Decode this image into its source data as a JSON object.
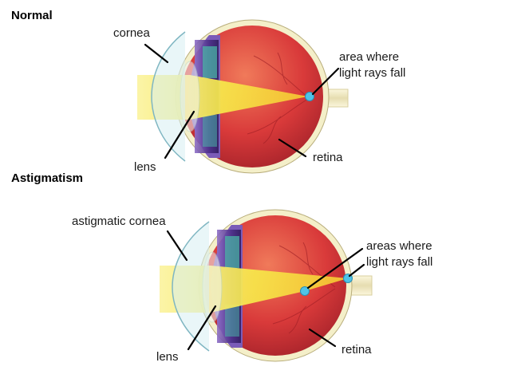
{
  "sections": [
    {
      "heading": "Normal",
      "labels": {
        "cornea": "cornea",
        "lens": "lens",
        "retina": "retina",
        "focus_line1": "area where",
        "focus_line2": "light rays fall"
      }
    },
    {
      "heading": "Astigmatism",
      "labels": {
        "cornea": "astigmatic cornea",
        "lens": "lens",
        "retina": "retina",
        "focus_line1": "areas where",
        "focus_line2": "light rays fall"
      }
    }
  ],
  "colors": {
    "eyeball": "#d93a3a",
    "sclera_ring": "#f4efc9",
    "iris": "#5a3d8c",
    "ciliary": "#49b3a6",
    "light_beam": "#f7e94a",
    "cornea": "#cfe8ee",
    "focus_point": "#4fc3e8",
    "optic_nerve": "#f2ecc8"
  }
}
